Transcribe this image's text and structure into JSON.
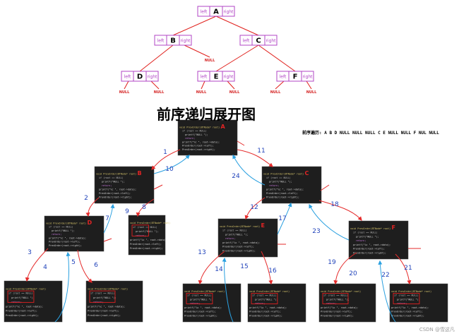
{
  "title": "前序递归展开图",
  "sequence_text": "前序遍历: A B D NULL NULL NULL C E NULL NULL F NUL NULL",
  "watermark": "CSDN @雪这凡",
  "labels": {
    "left": "left",
    "right": "right",
    "null": "NULL"
  },
  "tree_nodes": [
    "A",
    "B",
    "C",
    "D",
    "E",
    "F"
  ],
  "step_numbers": [
    "1",
    "2",
    "3",
    "4",
    "5",
    "6",
    "7",
    "8",
    "9",
    "10",
    "11",
    "12",
    "13",
    "14",
    "15",
    "16",
    "17",
    "18",
    "19",
    "20",
    "21",
    "22",
    "23",
    "24"
  ],
  "code_lines": {
    "func": "void PrevOrder(BTNode* root)",
    "if": "if (root == NULL)",
    "printf_null": "printf(\"NULL \");",
    "ret": "return;",
    "printf_data": "printf(\"%c \", root->data);",
    "left": "PrevOrder(root->left);",
    "right": "PrevOrder(root->right);"
  },
  "colors": {
    "node_border": "#b044c4",
    "edge": "#e0201c",
    "null_text": "#d42020",
    "code_bg": "#1e1e1e",
    "arrow_red": "#e52b2b",
    "arrow_blue": "#2aa0e0",
    "step_num": "#2244bb"
  }
}
